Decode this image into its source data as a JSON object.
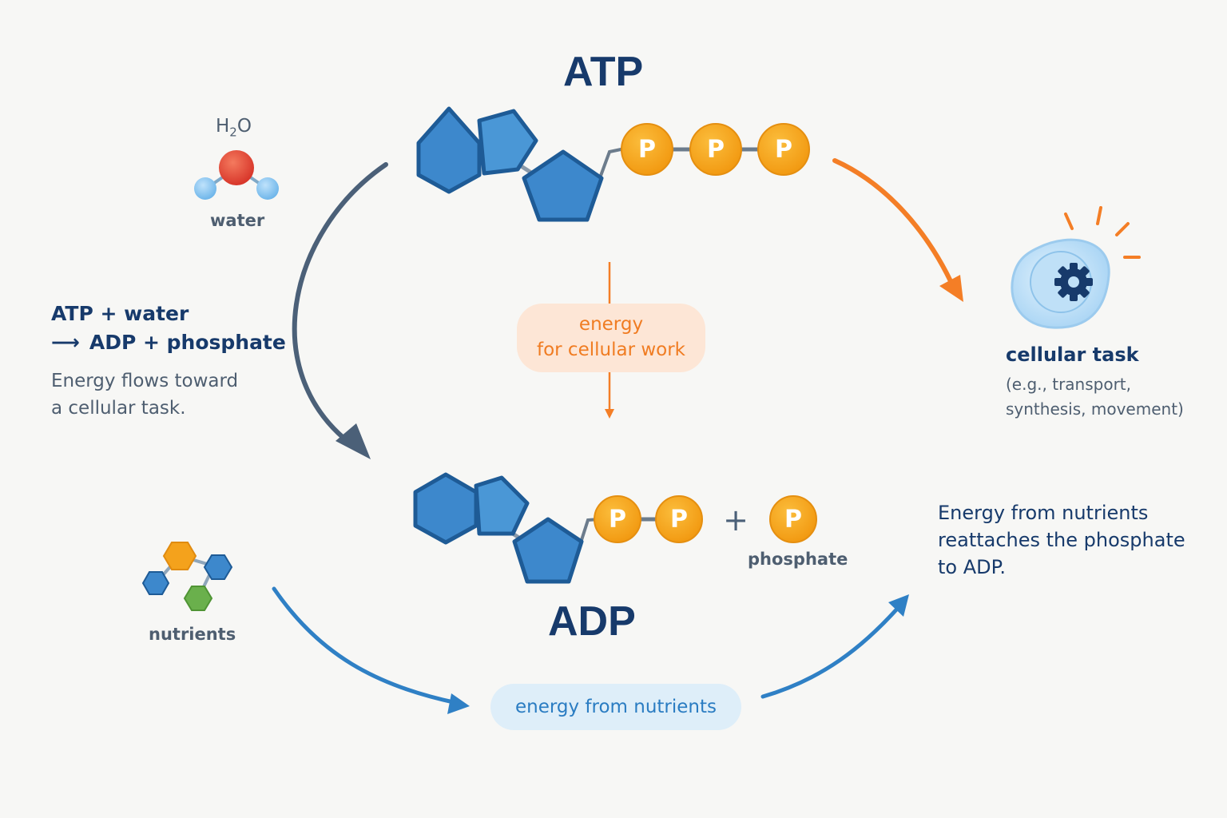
{
  "atp": {
    "title": "ATP",
    "phosphate_letter": "P"
  },
  "adp": {
    "title": "ADP",
    "plus": "+",
    "phosphate_label": "phosphate"
  },
  "water": {
    "formula_h": "H",
    "formula_sub": "2",
    "formula_o": "O",
    "label": "water"
  },
  "equation": {
    "line1": "ATP + water",
    "arrow": "⟶",
    "line2": "ADP + phosphate"
  },
  "left_note": {
    "line1": "Energy flows toward",
    "line2": "a cellular task."
  },
  "energy_work": {
    "line1": "energy",
    "line2": "for cellular work"
  },
  "cell_task": {
    "title": "cellular task",
    "line1": "(e.g., transport,",
    "line2": "synthesis, movement)"
  },
  "right_note": {
    "line1": "Energy from nutrients",
    "line2": "reattaches the phosphate",
    "line3": "to ADP."
  },
  "nutrients": {
    "label": "nutrients"
  },
  "energy_nutrients": {
    "label": "energy from nutrients"
  },
  "colors": {
    "navy": "#173a6b",
    "molecule_blue": "#3d88cc",
    "molecule_stroke": "#1e5b96",
    "phosphate_orange": "#f4a21c",
    "arrow_orange": "#f47e26",
    "arrow_slate": "#4b6078",
    "arrow_blue": "#2f80c5"
  },
  "icons": [
    "water-molecule-icon",
    "nutrients-molecule-icon",
    "cell-gear-icon"
  ]
}
